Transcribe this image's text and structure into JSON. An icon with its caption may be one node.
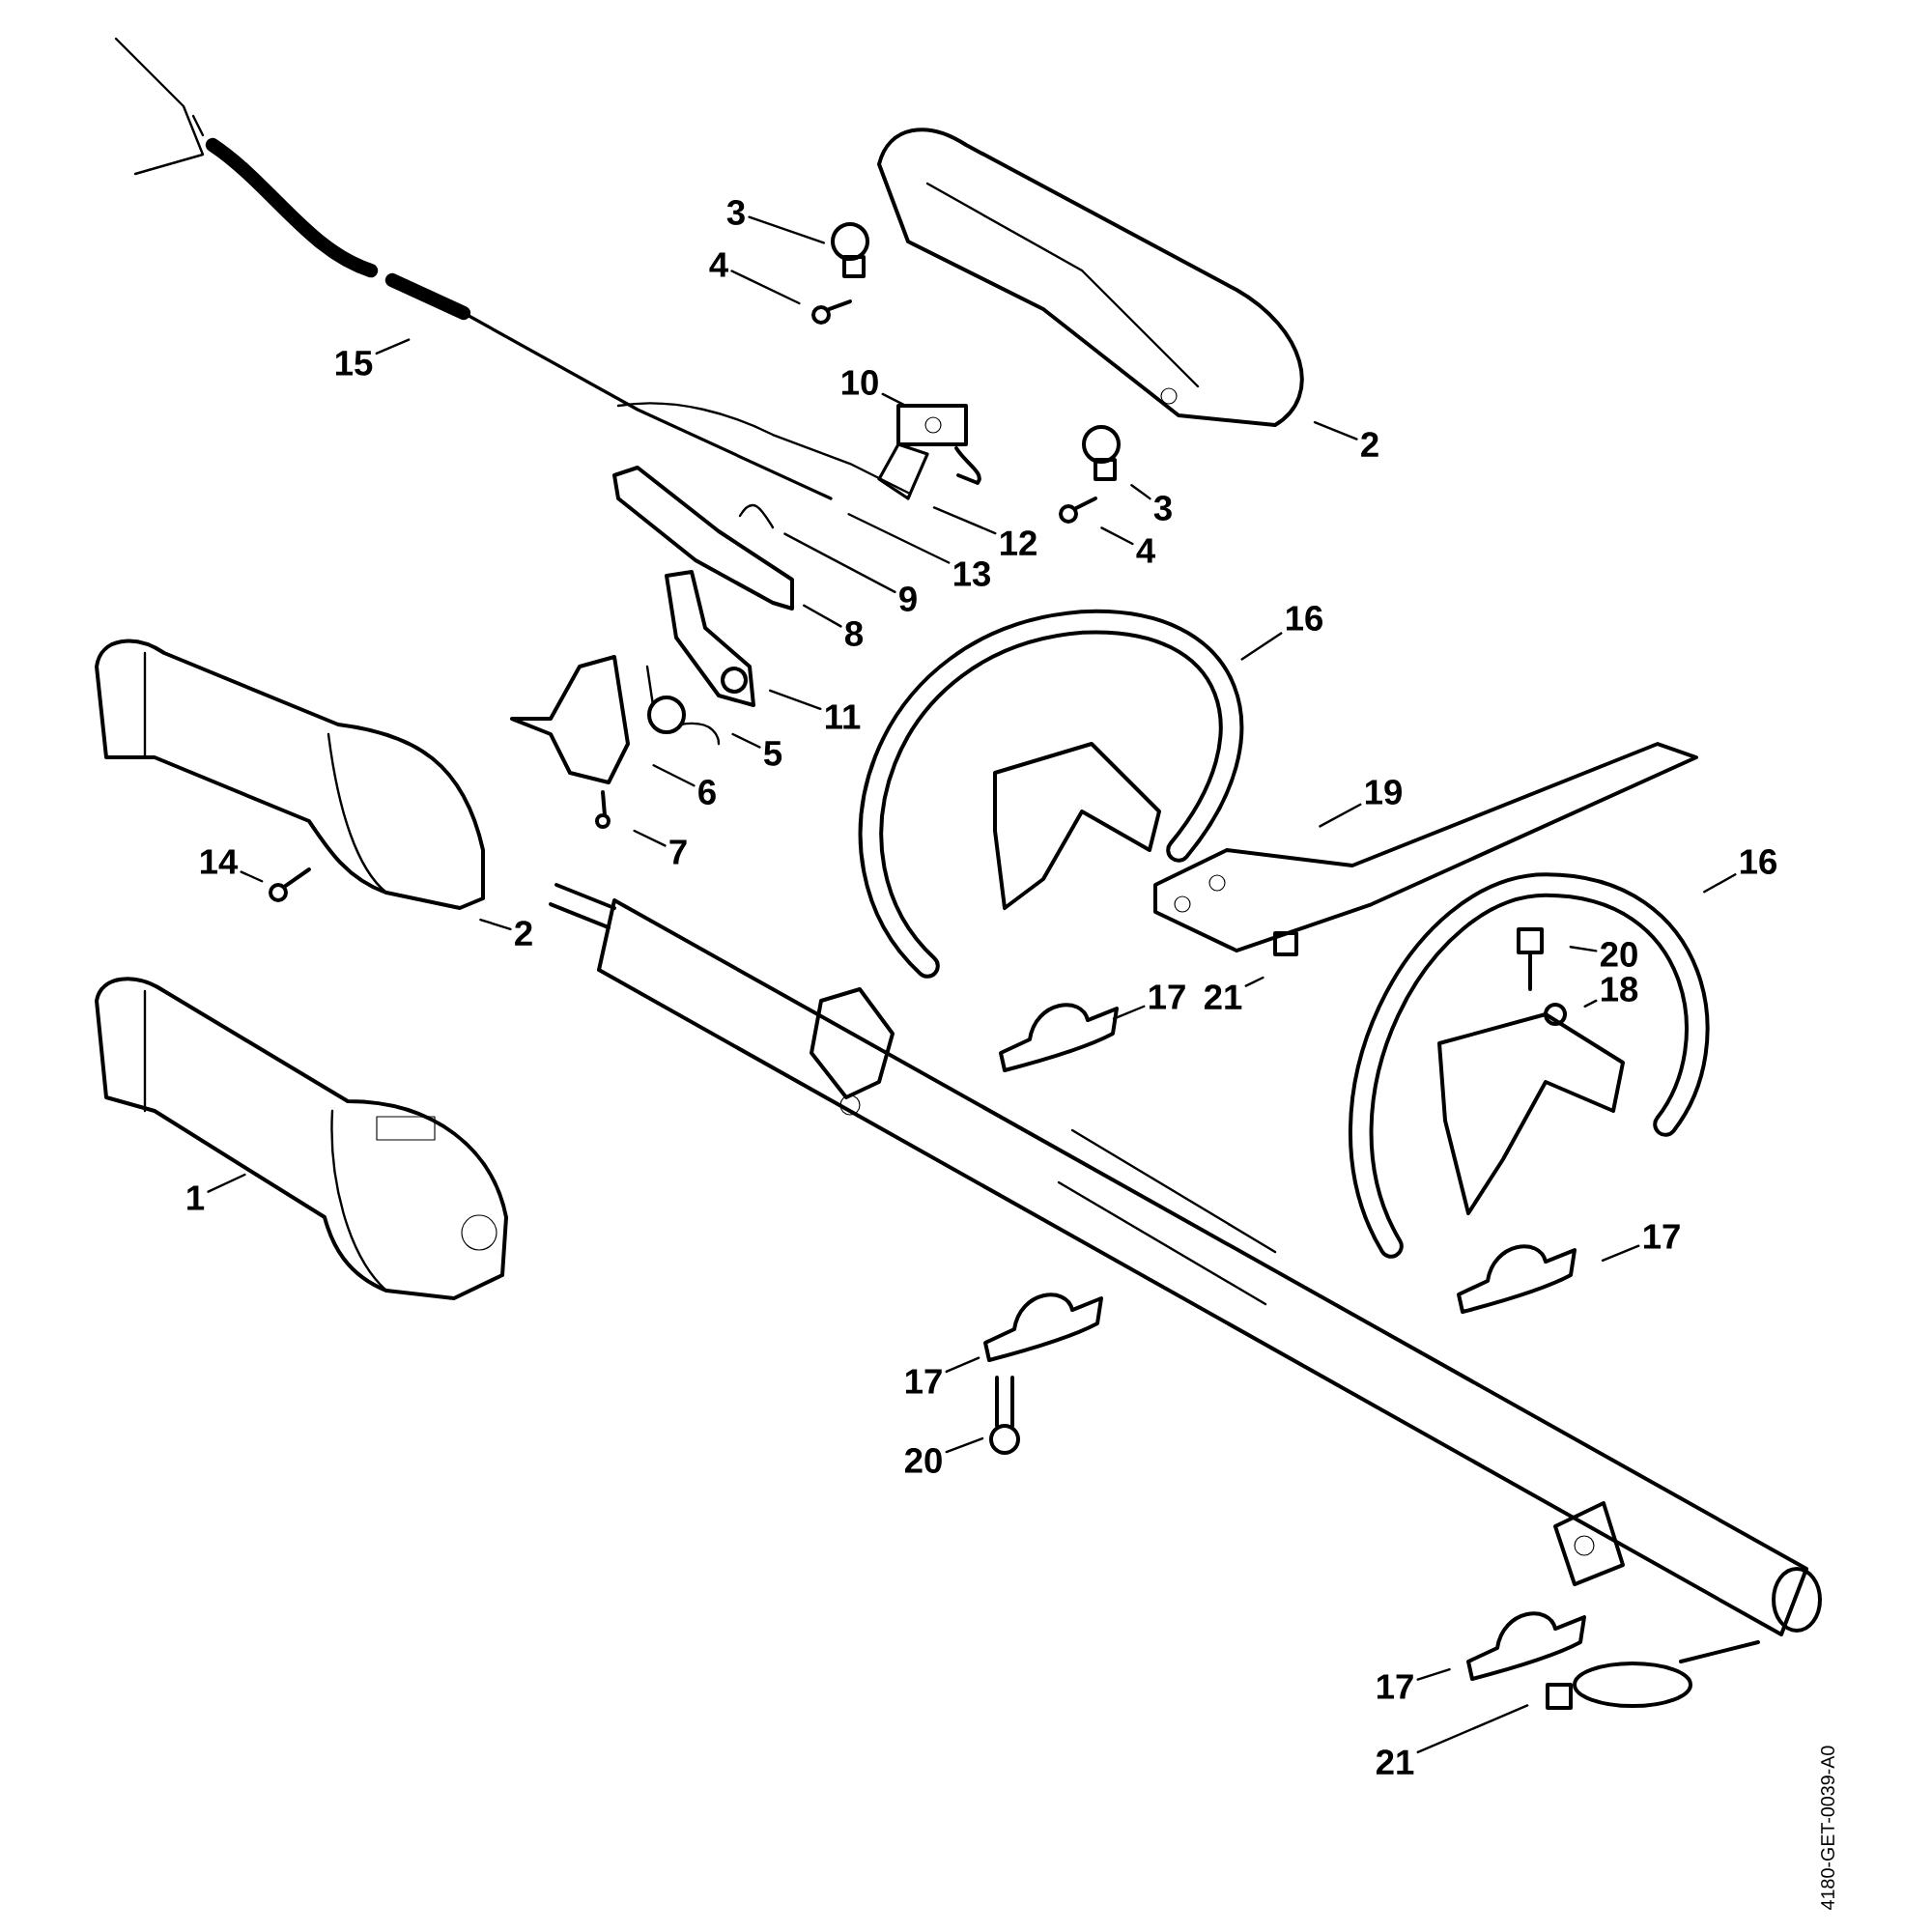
{
  "diagram": {
    "nodes": [
      {
        "text": [
          "3"
        ]
      },
      {
        "text": [
          "4"
        ]
      },
      {
        "text": [
          "15"
        ]
      },
      {
        "text": [
          "10"
        ]
      },
      {
        "text": [
          "2"
        ]
      },
      {
        "text": [
          "3"
        ]
      },
      {
        "text": [
          "4"
        ]
      },
      {
        "text": [
          "12"
        ]
      },
      {
        "text": [
          "13"
        ]
      },
      {
        "text": [
          "9"
        ]
      },
      {
        "text": [
          "8"
        ]
      },
      {
        "text": [
          "11"
        ]
      },
      {
        "text": [
          "16"
        ]
      },
      {
        "text": [
          "5"
        ]
      },
      {
        "text": [
          "6"
        ]
      },
      {
        "text": [
          "7"
        ]
      },
      {
        "text": [
          "19"
        ]
      },
      {
        "text": [
          "14"
        ]
      },
      {
        "text": [
          "2"
        ]
      },
      {
        "text": [
          "16"
        ]
      },
      {
        "text": [
          "20"
        ]
      },
      {
        "text": [
          "18"
        ]
      },
      {
        "text": [
          "21"
        ]
      },
      {
        "text": [
          "17"
        ]
      },
      {
        "text": [
          "17"
        ]
      },
      {
        "text": [
          "1"
        ]
      },
      {
        "text": [
          "17"
        ]
      },
      {
        "text": [
          "20"
        ]
      },
      {
        "text": [
          "17"
        ]
      },
      {
        "text": [
          "21"
        ]
      }
    ],
    "edges": [
      {
        "from": 0,
        "to": null,
        "arrow": "none"
      },
      {
        "from": 1,
        "to": null,
        "arrow": "none"
      },
      {
        "from": 2,
        "to": null,
        "arrow": "none"
      },
      {
        "from": 3,
        "to": null,
        "arrow": "none"
      },
      {
        "from": 4,
        "to": null,
        "arrow": "none"
      },
      {
        "from": 5,
        "to": null,
        "arrow": "none"
      },
      {
        "from": 6,
        "to": null,
        "arrow": "none"
      },
      {
        "from": 7,
        "to": null,
        "arrow": "none"
      },
      {
        "from": 8,
        "to": null,
        "arrow": "none"
      },
      {
        "from": 9,
        "to": null,
        "arrow": "none"
      },
      {
        "from": 10,
        "to": null,
        "arrow": "none"
      },
      {
        "from": 11,
        "to": null,
        "arrow": "none"
      },
      {
        "from": 12,
        "to": null,
        "arrow": "none"
      },
      {
        "from": 13,
        "to": null,
        "arrow": "none"
      },
      {
        "from": 14,
        "to": null,
        "arrow": "none"
      },
      {
        "from": 15,
        "to": null,
        "arrow": "none"
      },
      {
        "from": 16,
        "to": null,
        "arrow": "none"
      },
      {
        "from": 17,
        "to": null,
        "arrow": "none"
      },
      {
        "from": 18,
        "to": null,
        "arrow": "none"
      },
      {
        "from": 19,
        "to": null,
        "arrow": "none"
      },
      {
        "from": 20,
        "to": null,
        "arrow": "none"
      },
      {
        "from": 21,
        "to": null,
        "arrow": "none"
      },
      {
        "from": 22,
        "to": null,
        "arrow": "none"
      },
      {
        "from": 23,
        "to": null,
        "arrow": "none"
      },
      {
        "from": 24,
        "to": null,
        "arrow": "none"
      },
      {
        "from": 25,
        "to": null,
        "arrow": "none"
      },
      {
        "from": 26,
        "to": null,
        "arrow": "none"
      },
      {
        "from": 27,
        "to": null,
        "arrow": "none"
      },
      {
        "from": 28,
        "to": null,
        "arrow": "none"
      },
      {
        "from": 29,
        "to": null,
        "arrow": "none"
      }
    ],
    "labels": [
      "4180-GET-0039-A0"
    ]
  }
}
